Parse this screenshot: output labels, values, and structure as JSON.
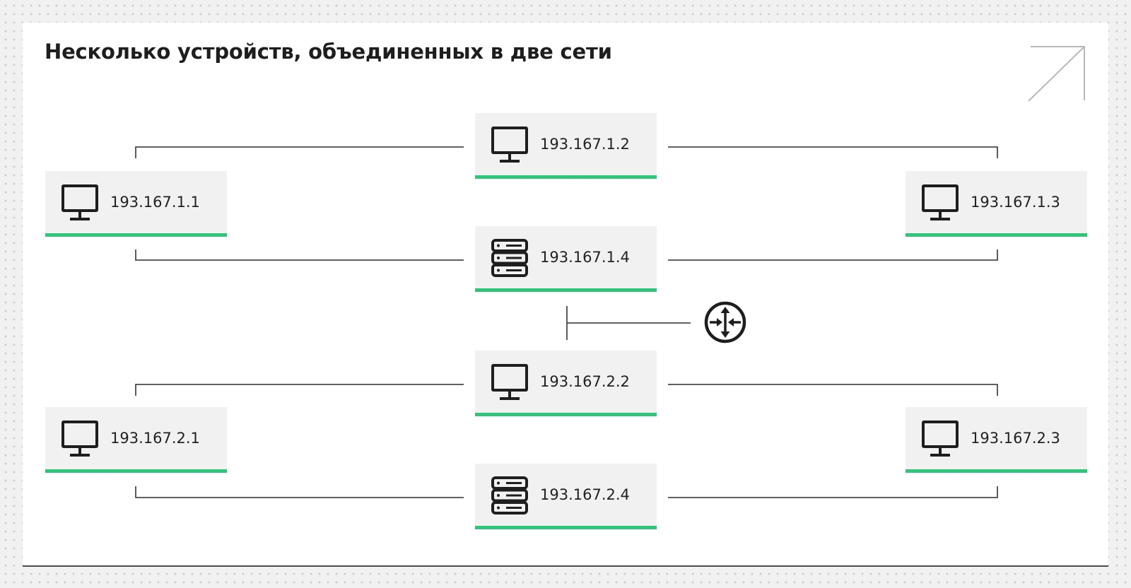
{
  "title": "Несколько устройств, объединенных в две сети",
  "nodes": [
    {
      "id": "pc-1-1",
      "type": "computer",
      "ip": "193.167.1.1"
    },
    {
      "id": "pc-1-2",
      "type": "computer",
      "ip": "193.167.1.2"
    },
    {
      "id": "pc-1-3",
      "type": "computer",
      "ip": "193.167.1.3"
    },
    {
      "id": "server-1-4",
      "type": "server",
      "ip": "193.167.1.4"
    },
    {
      "id": "pc-2-1",
      "type": "computer",
      "ip": "193.167.2.1"
    },
    {
      "id": "pc-2-2",
      "type": "computer",
      "ip": "193.167.2.2"
    },
    {
      "id": "pc-2-3",
      "type": "computer",
      "ip": "193.167.2.3"
    },
    {
      "id": "server-2-4",
      "type": "server",
      "ip": "193.167.2.4"
    }
  ],
  "router": {
    "icon": "router-icon"
  },
  "colors": {
    "accent": "#2fc57a",
    "node_bg": "#f1f1f1",
    "line": "#4a4a4a"
  }
}
